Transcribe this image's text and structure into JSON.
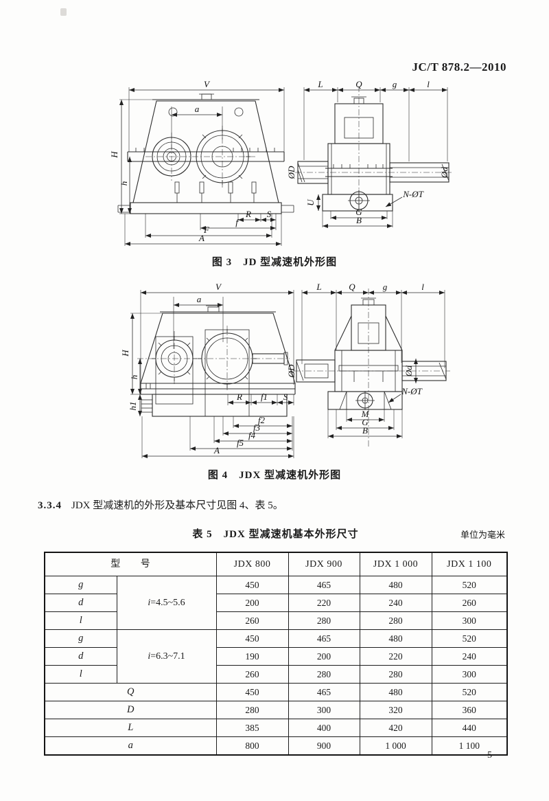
{
  "page": {
    "header": "JC/T 878.2—2010",
    "page_number": "5"
  },
  "section": {
    "number": "3.3.4",
    "text": "JDX 型减速机的外形及基本尺寸见图 4、表 5。"
  },
  "figure3": {
    "caption": "图 3　JD 型减速机外形图",
    "front": {
      "V": "V",
      "a": "a",
      "H": "H",
      "h": "h",
      "R": "R",
      "S": "S",
      "f": "f",
      "F": "F",
      "A": "A"
    },
    "side": {
      "L": "L",
      "Q": "Q",
      "g": "g",
      "l": "l",
      "OD": "ØD",
      "Od": "Ød",
      "N_OT": "N-ØT",
      "U": "U",
      "G": "G",
      "B": "B"
    }
  },
  "figure4": {
    "caption": "图 4　JDX 型减速机外形图",
    "front": {
      "V": "V",
      "a": "a",
      "H": "H",
      "h": "h",
      "h1": "h1",
      "R": "R",
      "f1": "f1",
      "S": "S",
      "f2": "f2",
      "f3": "f3",
      "f4": "f4",
      "f5": "f5",
      "A": "A"
    },
    "side": {
      "L": "L",
      "Q": "Q",
      "g": "g",
      "l": "l",
      "OD": "ØD",
      "Od": "Ød",
      "N_OT": "N-ØT",
      "M": "M",
      "G": "G",
      "B": "B"
    }
  },
  "table5": {
    "title": "表 5　JDX 型减速机基本外形尺寸",
    "unit_note": "单位为毫米",
    "header": {
      "model_label": "型　　号",
      "models": [
        "JDX 800",
        "JDX 900",
        "JDX 1 000",
        "JDX 1 100"
      ]
    },
    "groups": [
      {
        "ratio_var": "i",
        "ratio_range": "=4.5~5.6",
        "rows": [
          {
            "param": "g",
            "values": [
              "450",
              "465",
              "480",
              "520"
            ]
          },
          {
            "param": "d",
            "values": [
              "200",
              "220",
              "240",
              "260"
            ]
          },
          {
            "param": "l",
            "values": [
              "260",
              "280",
              "280",
              "300"
            ]
          }
        ]
      },
      {
        "ratio_var": "i",
        "ratio_range": "=6.3~7.1",
        "rows": [
          {
            "param": "g",
            "values": [
              "450",
              "465",
              "480",
              "520"
            ]
          },
          {
            "param": "d",
            "values": [
              "190",
              "200",
              "220",
              "240"
            ]
          },
          {
            "param": "l",
            "values": [
              "260",
              "280",
              "280",
              "300"
            ]
          }
        ]
      }
    ],
    "simple_rows": [
      {
        "param": "Q",
        "values": [
          "450",
          "465",
          "480",
          "520"
        ]
      },
      {
        "param": "D",
        "values": [
          "280",
          "300",
          "320",
          "360"
        ]
      },
      {
        "param": "L",
        "values": [
          "385",
          "400",
          "420",
          "440"
        ]
      },
      {
        "param": "a",
        "values": [
          "800",
          "900",
          "1 000",
          "1 100"
        ]
      }
    ]
  }
}
